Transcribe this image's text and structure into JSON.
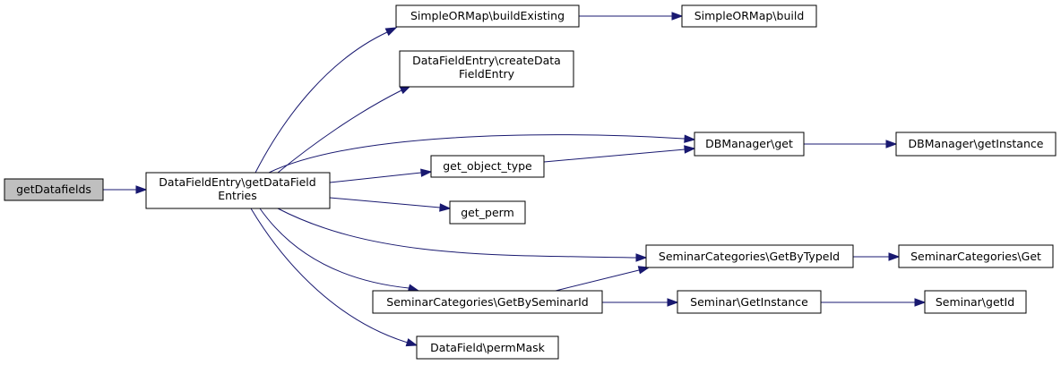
{
  "diagram": {
    "type": "call-graph",
    "colors": {
      "edge": "#191970",
      "root_fill": "#bfbfbf",
      "node_fill": "#ffffff",
      "node_border": "#000000"
    },
    "nodes": {
      "getDatafields": {
        "lines": [
          "getDatafields"
        ]
      },
      "dfe_getDataFieldEntries": {
        "lines": [
          "DataFieldEntry\\getDataField",
          "Entries"
        ]
      },
      "orm_buildExisting": {
        "lines": [
          "SimpleORMap\\buildExisting"
        ]
      },
      "orm_build": {
        "lines": [
          "SimpleORMap\\build"
        ]
      },
      "dfe_createDataFieldEntry": {
        "lines": [
          "DataFieldEntry\\createData",
          "FieldEntry"
        ]
      },
      "db_get": {
        "lines": [
          "DBManager\\get"
        ]
      },
      "db_getInstance": {
        "lines": [
          "DBManager\\getInstance"
        ]
      },
      "get_object_type": {
        "lines": [
          "get_object_type"
        ]
      },
      "get_perm": {
        "lines": [
          "get_perm"
        ]
      },
      "sc_getByTypeId": {
        "lines": [
          "SeminarCategories\\GetByTypeId"
        ]
      },
      "sc_get": {
        "lines": [
          "SeminarCategories\\Get"
        ]
      },
      "sc_getBySeminarId": {
        "lines": [
          "SeminarCategories\\GetBySeminarId"
        ]
      },
      "sem_getInstance": {
        "lines": [
          "Seminar\\GetInstance"
        ]
      },
      "sem_getId": {
        "lines": [
          "Seminar\\getId"
        ]
      },
      "df_permMask": {
        "lines": [
          "DataField\\permMask"
        ]
      }
    },
    "edges": [
      {
        "from": "getDatafields",
        "to": "dfe_getDataFieldEntries"
      },
      {
        "from": "dfe_getDataFieldEntries",
        "to": "orm_buildExisting"
      },
      {
        "from": "dfe_getDataFieldEntries",
        "to": "dfe_createDataFieldEntry"
      },
      {
        "from": "dfe_getDataFieldEntries",
        "to": "db_get"
      },
      {
        "from": "dfe_getDataFieldEntries",
        "to": "get_object_type"
      },
      {
        "from": "dfe_getDataFieldEntries",
        "to": "get_perm"
      },
      {
        "from": "dfe_getDataFieldEntries",
        "to": "sc_getByTypeId"
      },
      {
        "from": "dfe_getDataFieldEntries",
        "to": "sc_getBySeminarId"
      },
      {
        "from": "dfe_getDataFieldEntries",
        "to": "df_permMask"
      },
      {
        "from": "orm_buildExisting",
        "to": "orm_build"
      },
      {
        "from": "db_get",
        "to": "db_getInstance"
      },
      {
        "from": "get_object_type",
        "to": "db_get"
      },
      {
        "from": "sc_getByTypeId",
        "to": "sc_get"
      },
      {
        "from": "sc_getBySeminarId",
        "to": "sc_getByTypeId"
      },
      {
        "from": "sc_getBySeminarId",
        "to": "sem_getInstance"
      },
      {
        "from": "sem_getInstance",
        "to": "sem_getId"
      }
    ]
  }
}
